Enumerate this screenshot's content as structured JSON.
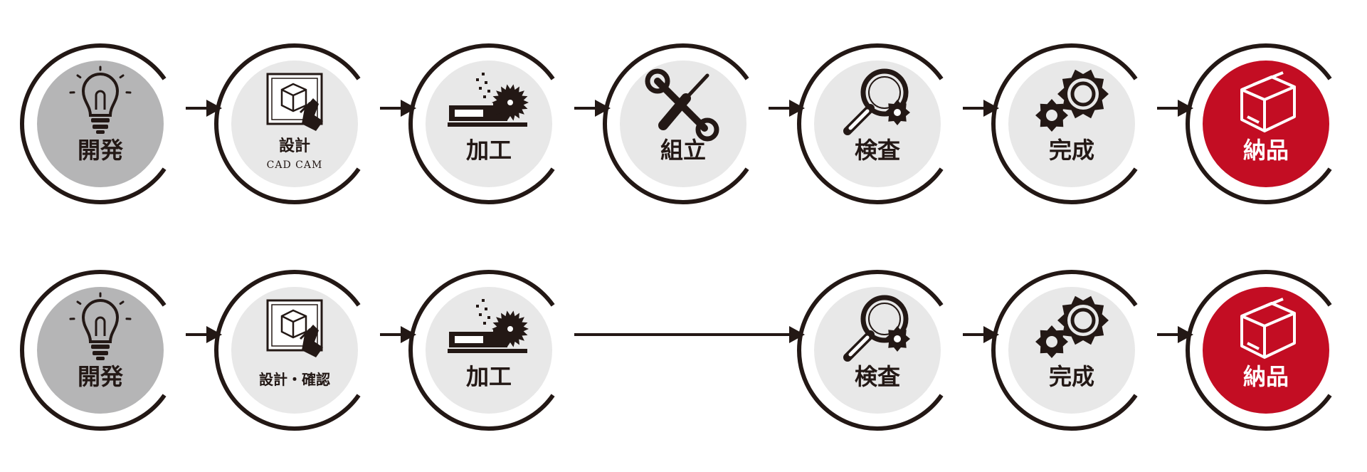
{
  "rows": [
    {
      "steps": [
        {
          "label": "開発",
          "sub": "",
          "icon": "lightbulb-icon",
          "variant": "dark"
        },
        {
          "label": "設計",
          "sub": "CAD CAM",
          "icon": "cad-monitor-icon",
          "variant": "light"
        },
        {
          "label": "加工",
          "sub": "",
          "icon": "saw-machine-icon",
          "variant": "light"
        },
        {
          "label": "組立",
          "sub": "",
          "icon": "tools-icon",
          "variant": "light"
        },
        {
          "label": "検査",
          "sub": "",
          "icon": "magnifier-gear-icon",
          "variant": "light"
        },
        {
          "label": "完成",
          "sub": "",
          "icon": "gears-icon",
          "variant": "light"
        },
        {
          "label": "納品",
          "sub": "",
          "icon": "box-icon",
          "variant": "accent"
        }
      ]
    },
    {
      "steps": [
        {
          "label": "開発",
          "sub": "",
          "icon": "lightbulb-icon",
          "variant": "dark"
        },
        {
          "label": "設計・確認",
          "sub": "",
          "icon": "cad-monitor-icon",
          "variant": "light"
        },
        {
          "label": "加工",
          "sub": "",
          "icon": "saw-machine-icon",
          "variant": "light"
        },
        null,
        {
          "label": "検査",
          "sub": "",
          "icon": "magnifier-gear-icon",
          "variant": "light"
        },
        {
          "label": "完成",
          "sub": "",
          "icon": "gears-icon",
          "variant": "light"
        },
        {
          "label": "納品",
          "sub": "",
          "icon": "box-icon",
          "variant": "accent"
        }
      ]
    }
  ],
  "colors": {
    "ring": "#231815",
    "fill_dark": "#b5b5b6",
    "fill_light": "#e8e8e8",
    "fill_accent": "#c30d23",
    "text_dark": "#231815",
    "text_light": "#ffffff",
    "icon_dark": "#231815",
    "icon_light": "#ffffff"
  }
}
